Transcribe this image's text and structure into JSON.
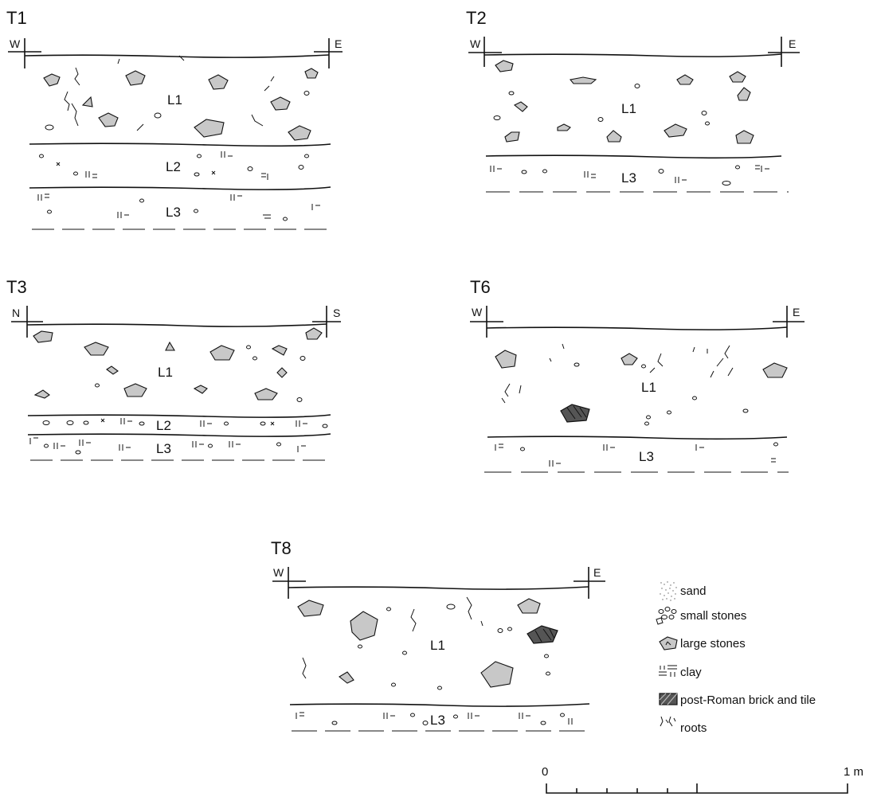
{
  "sections": [
    {
      "id": "T1",
      "title": "T1",
      "left": "W",
      "right": "E",
      "layers": [
        "L1",
        "L2",
        "L3"
      ]
    },
    {
      "id": "T2",
      "title": "T2",
      "left": "W",
      "right": "E",
      "layers": [
        "L1",
        "L3"
      ]
    },
    {
      "id": "T3",
      "title": "T3",
      "left": "N",
      "right": "S",
      "layers": [
        "L1",
        "L2",
        "L3"
      ]
    },
    {
      "id": "T6",
      "title": "T6",
      "left": "W",
      "right": "E",
      "layers": [
        "L1",
        "L3"
      ]
    },
    {
      "id": "T8",
      "title": "T8",
      "left": "W",
      "right": "E",
      "layers": [
        "L1",
        "L3"
      ]
    }
  ],
  "legend": [
    {
      "key": "sand",
      "label": "sand"
    },
    {
      "key": "small-stones",
      "label": "small stones"
    },
    {
      "key": "large-stones",
      "label": "large stones"
    },
    {
      "key": "clay",
      "label": "clay"
    },
    {
      "key": "brick",
      "label": "post-Roman brick and tile"
    },
    {
      "key": "roots",
      "label": "roots"
    }
  ],
  "scale": {
    "start": "0",
    "end": "1 m"
  },
  "colors": {
    "stone": "#c8c8c8",
    "brick": "#555555",
    "line": "#111111"
  }
}
